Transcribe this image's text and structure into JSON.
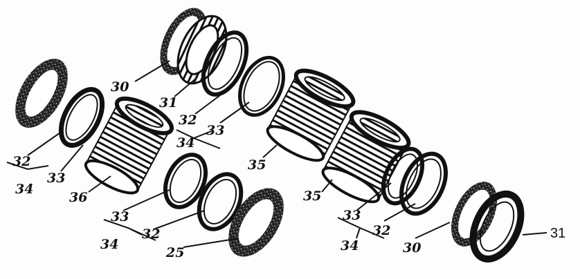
{
  "diagram": {
    "title": "Exploded view of bearing rings and roller assemblies",
    "labels": {
      "top_30": "30",
      "top_31": "31",
      "top_32": "32",
      "top_33": "33",
      "top_34": "34",
      "left_32": "32",
      "left_33": "33",
      "left_34": "34",
      "left_36": "36",
      "mid_33": "33",
      "mid_32": "32",
      "mid_34": "34",
      "mid_25": "25",
      "right_35a": "35",
      "right_35b": "35",
      "right_33": "33",
      "right_32": "32",
      "right_34": "34",
      "right_30": "30",
      "right_31": "31"
    },
    "colors": {
      "ink": "#111111",
      "paper": "#fdfdfd"
    }
  }
}
